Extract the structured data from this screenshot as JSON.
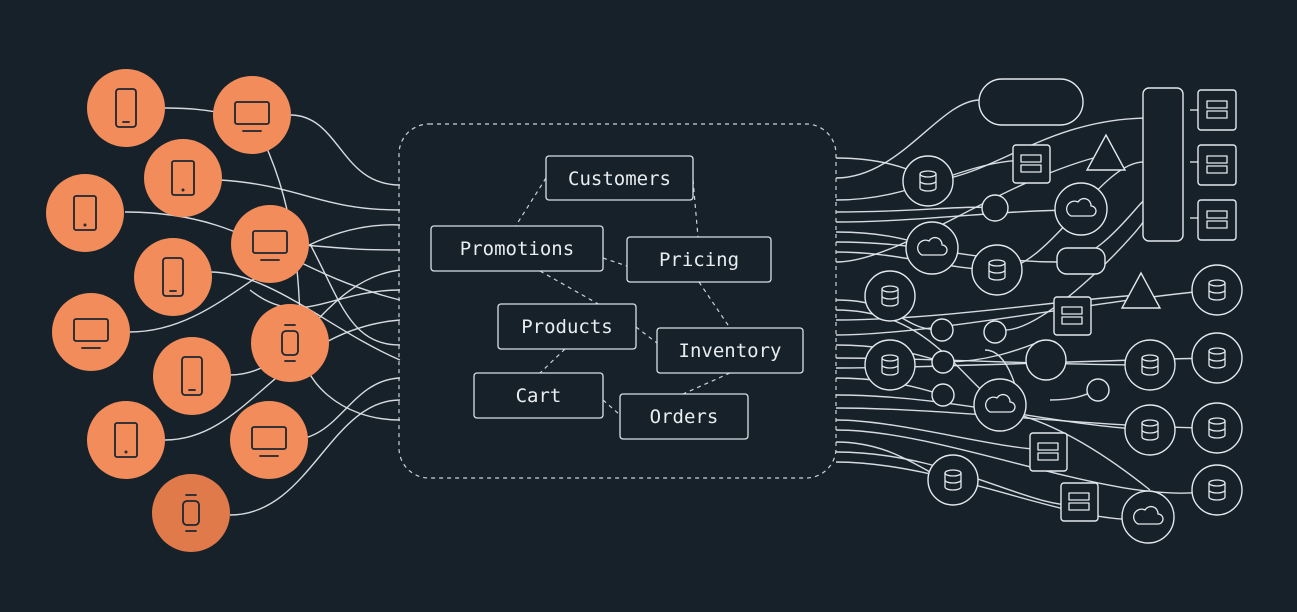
{
  "services": [
    {
      "name": "Customers"
    },
    {
      "name": "Promotions"
    },
    {
      "name": "Pricing"
    },
    {
      "name": "Products"
    },
    {
      "name": "Inventory"
    },
    {
      "name": "Cart"
    },
    {
      "name": "Orders"
    }
  ],
  "colors": {
    "background": "#17212a",
    "device_fill": "#f28c5a",
    "line": "#dfe6ea"
  },
  "devices": [
    "phone-icon",
    "monitor-icon",
    "tablet-icon",
    "tablet-icon",
    "monitor-icon",
    "phone-icon",
    "watch-icon",
    "monitor-icon",
    "phone-icon",
    "tablet-icon",
    "monitor-icon",
    "watch-icon"
  ],
  "backends": [
    "database-icon",
    "server-icon",
    "cloud-icon",
    "triangle-icon"
  ]
}
